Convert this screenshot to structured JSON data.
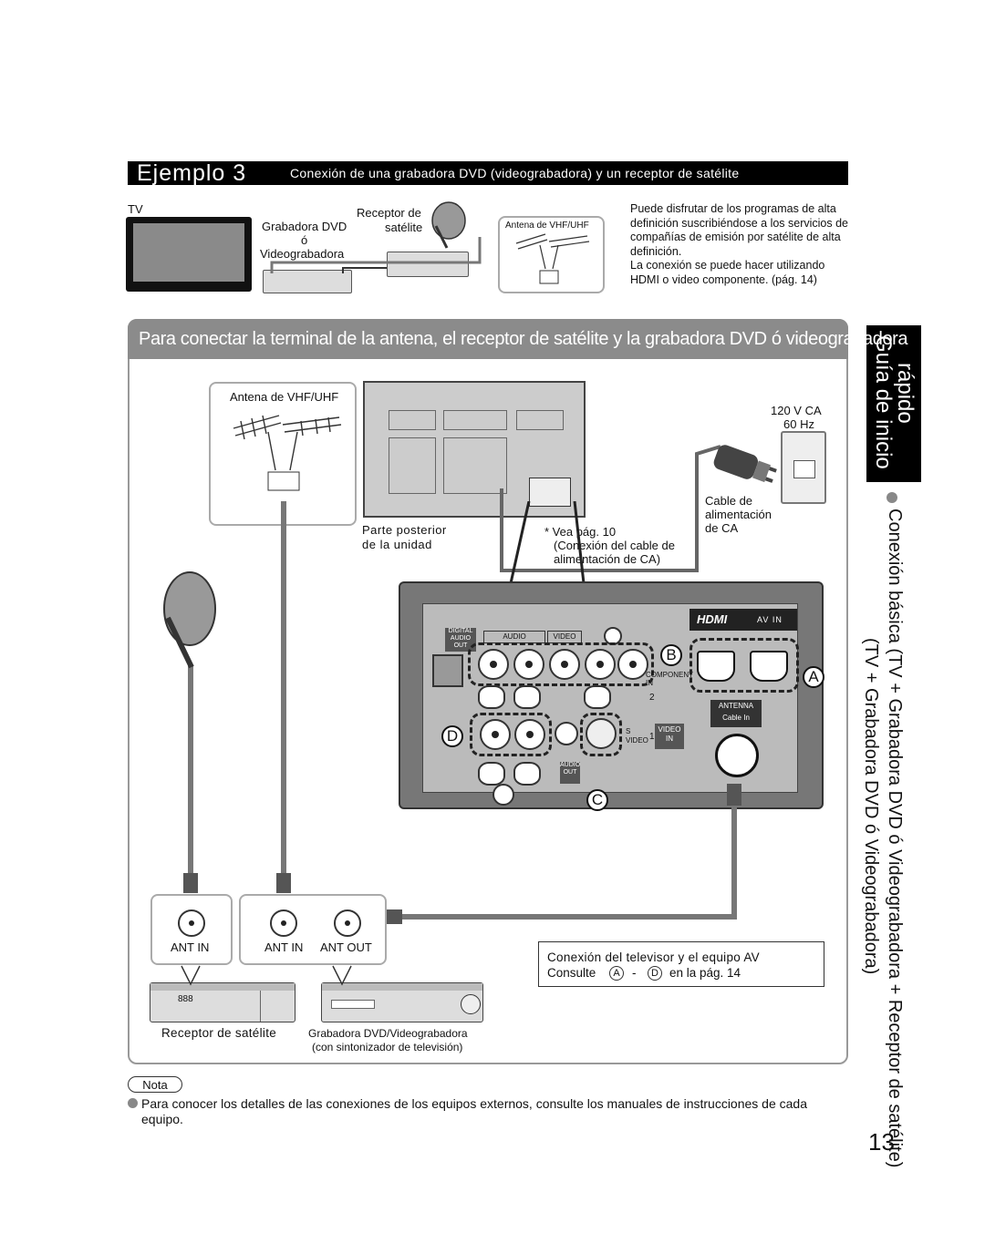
{
  "header": {
    "example_label": "Ejemplo 3",
    "example_subtitle": "Conexión de una grabadora DVD (videograbadora) y un receptor de satélite"
  },
  "top_diagram": {
    "tv_label": "TV",
    "dvd_label_1": "Grabadora DVD",
    "dvd_label_2": "ó",
    "dvd_label_3": "Videograbadora",
    "sat_label_1": "Receptor de",
    "sat_label_2": "satélite",
    "antenna_label": "Antena de VHF/UHF",
    "info_text": "Puede disfrutar de los programas de alta definición suscribiéndose a los servicios de compañías de emisión por satélite de alta definición.\nLa conexión se puede hacer utilizando HDMI o video componente. (pág. 14)"
  },
  "main": {
    "title": "Para conectar la terminal de la antena, el receptor de satélite y la grabadora DVD ó videograbadora",
    "antenna_label": "Antena de VHF/UHF",
    "voltage_1": "120 V CA",
    "voltage_2": "60 Hz",
    "power_cable_1": "Cable de",
    "power_cable_2": "alimentación",
    "power_cable_3": "de CA",
    "rear_label_1": "Parte posterior",
    "rear_label_2": "de la unidad",
    "see_page_1": "* Vea pág. 10",
    "see_page_2": "(Conexión del cable de",
    "see_page_3": "alimentación de CA)",
    "panel": {
      "digital_audio": "DIGITAL AUDIO OUT",
      "audio": "AUDIO",
      "video": "VIDEO",
      "component": "COMPONENT IN",
      "s_video": "S VIDEO",
      "video_in": "VIDEO IN",
      "hdmi_logo": "HDMI",
      "av_in": "AV IN",
      "antenna": "ANTENNA",
      "cable_in": "Cable In",
      "audio_out": "AUDIO OUT",
      "num_2": "2",
      "num_1": "1"
    },
    "letters": {
      "a": "A",
      "b": "B",
      "c": "C",
      "d": "D"
    },
    "ant_in_1": "ANT IN",
    "ant_in_2": "ANT IN",
    "ant_out": "ANT OUT",
    "connection_title": "Conexión del televisor y el equipo AV",
    "connection_ref_pre": "Consulte",
    "connection_ref_a": "A",
    "connection_ref_dash": "-",
    "connection_ref_d": "D",
    "connection_ref_post": "en la pág. 14",
    "sat_receiver": "Receptor de satélite",
    "dvd_recorder_1": "Grabadora DVD/Videograbadora",
    "dvd_recorder_2": "(con sintonizador de televisión)",
    "display_888": "888"
  },
  "sidebar": {
    "tab_text_1": "Guía de inicio",
    "tab_text_2": "rápido",
    "line_1": "Conexión básica (TV + Grabadora DVD ó Videograbadora + Receptor de satélite)",
    "line_2": "(TV + Grabadora DVD ó Videograbadora)"
  },
  "note": {
    "label": "Nota",
    "text": "Para conocer los detalles de las conexiones de los equipos externos, consulte los manuales de instrucciones de cada equipo."
  },
  "page_number": "13"
}
